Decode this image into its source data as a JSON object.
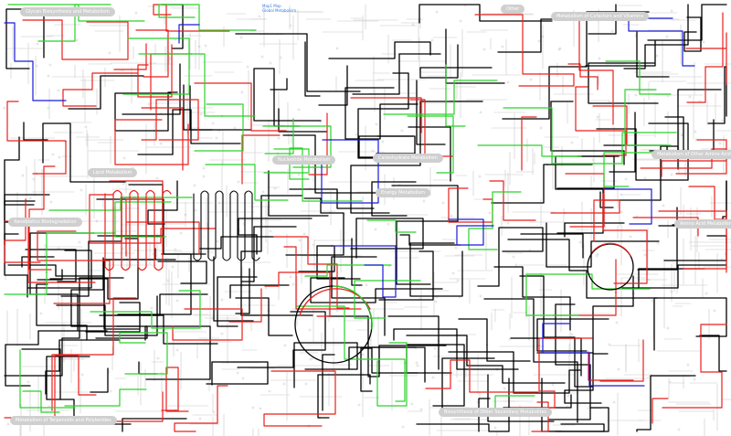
{
  "map": {
    "colors": {
      "background": "#ffffff",
      "pathway": "#c8c8c8",
      "highlight_black": "#000000",
      "highlight_red": "#e8201c",
      "highlight_green": "#2bd22b",
      "highlight_blue": "#1a1ad8",
      "label_pill": "#cfcfcf"
    },
    "top_reference": {
      "line1": "Map1 Map",
      "line2": "Global Metabolism"
    },
    "labels": [
      {
        "id": "glycan-biosynth",
        "text": "Glycan Biosynthesis and Metabolism"
      },
      {
        "id": "cofactor-vitamin",
        "text": "Metabolism of Cofactors and Vitamins"
      },
      {
        "id": "small-label-top",
        "text": "Other"
      },
      {
        "id": "lipid",
        "text": "Lipid Metabolism"
      },
      {
        "id": "xenobiotics",
        "text": "Xenobiotics Biodegradation"
      },
      {
        "id": "nucleotide",
        "text": "Nucleotide Metabolism"
      },
      {
        "id": "carbohydrate",
        "text": "Carbohydrate Metabolism"
      },
      {
        "id": "energy",
        "text": "Energy Metabolism"
      },
      {
        "id": "other-aa",
        "text": "Metabolism of Other Amino Acids"
      },
      {
        "id": "amino-acid",
        "text": "Amino Acid Metabolism"
      },
      {
        "id": "terpenoid",
        "text": "Metabolism of Terpenoids and Polyketides"
      },
      {
        "id": "secondary",
        "text": "Biosynthesis of Other Secondary Metabolites"
      }
    ]
  }
}
